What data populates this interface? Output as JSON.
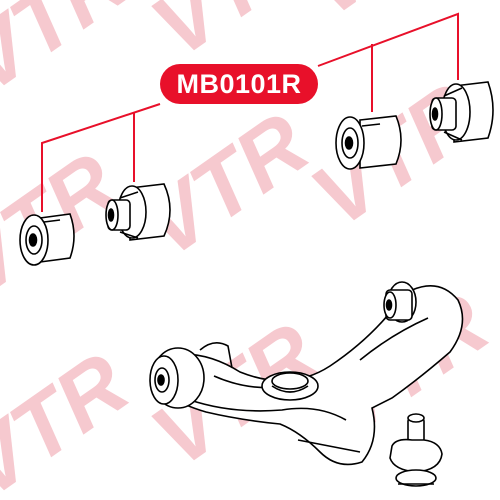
{
  "part_number": "MB0101R",
  "watermark_text": "VTR",
  "colors": {
    "label_bg": "#e8102a",
    "leader_line": "#e8102a",
    "watermark": "#f6c9cf",
    "drawing": "#000000",
    "background": "#ffffff"
  },
  "parts": [
    {
      "id": "bushing-1",
      "kind": "bushing"
    },
    {
      "id": "bushing-2",
      "kind": "bushing"
    },
    {
      "id": "bushing-3",
      "kind": "bushing"
    },
    {
      "id": "bushing-4",
      "kind": "bushing"
    },
    {
      "id": "lower-control-arm",
      "kind": "assembly"
    }
  ]
}
